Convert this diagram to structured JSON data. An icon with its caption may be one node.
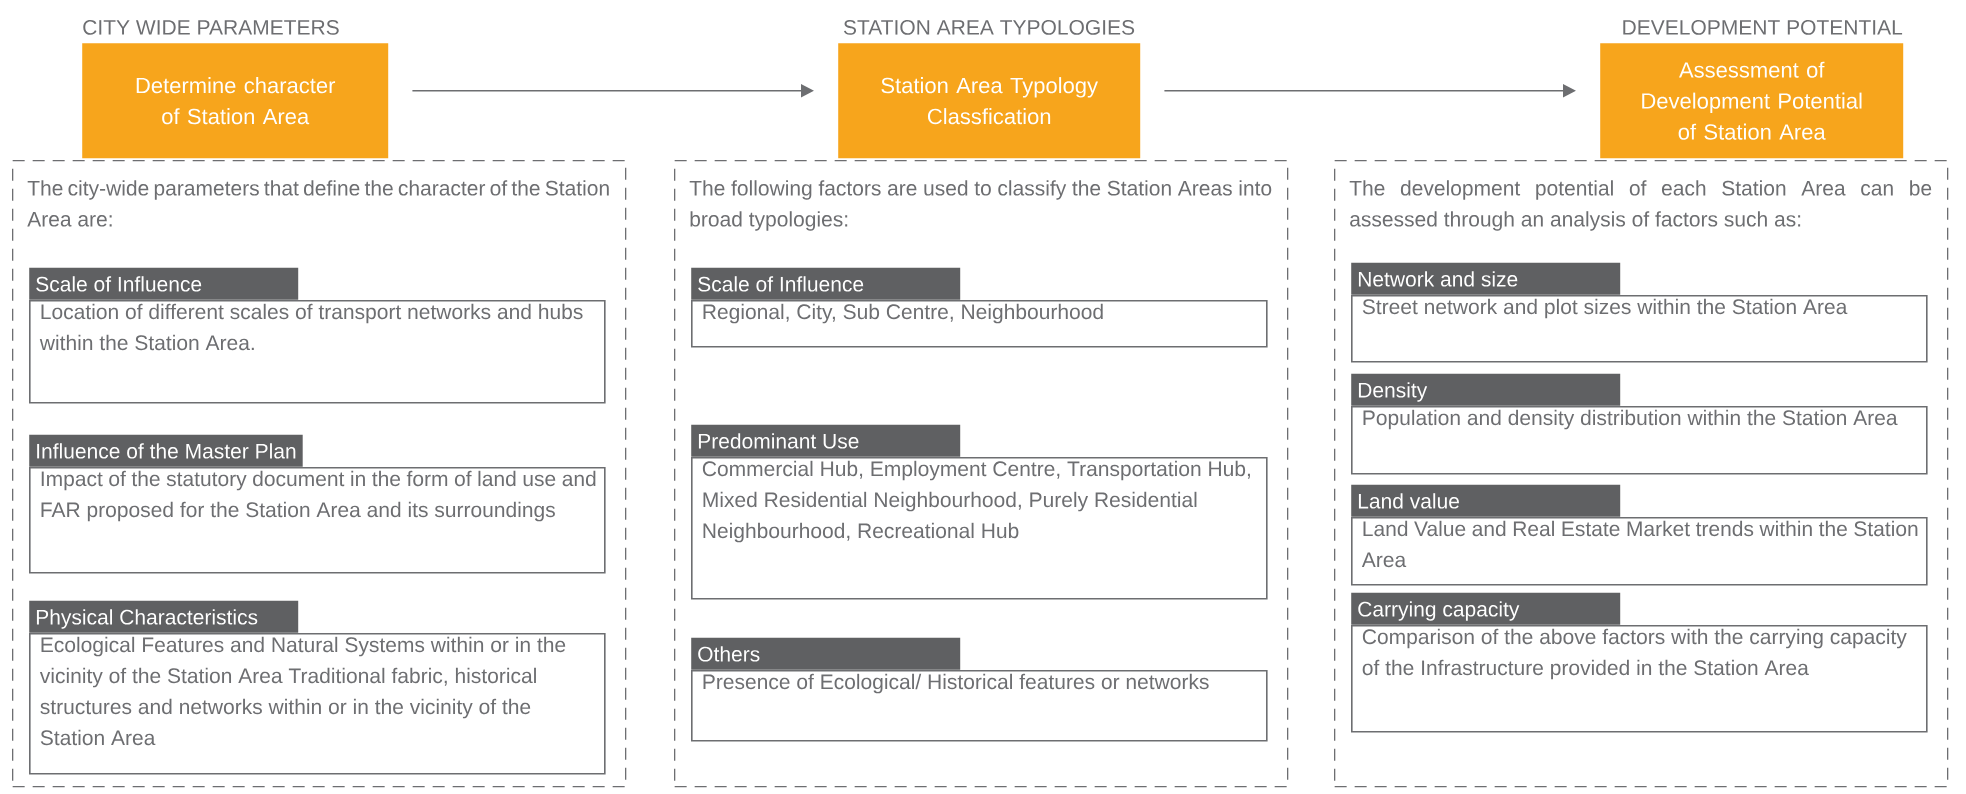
{
  "diagram": {
    "nodes": [
      {
        "text": [
          "CITY WIDE PARAMETERS",
          "Determine character of Station Area"
        ]
      },
      {
        "text": [
          "The city-wide parameters that define the character of the Station Area are:"
        ]
      },
      {
        "text": [
          "Scale of Influence",
          "Location of different scales of transport networks and hubs within the Station Area."
        ],
        "in": 1
      },
      {
        "text": [
          "Influence of the Master Plan",
          "Impact of the statutory document in the form of land use and FAR proposed for the Station Area and its surroundings"
        ],
        "in": 1
      },
      {
        "text": [
          "Physical Characteristics",
          "Ecological Features and Natural Systems within or in the vicinity of the Station Area Traditional fabric, historical structures and networks within or in the vicinity of the Station Area"
        ],
        "in": 1
      },
      {
        "text": [
          "STATION AREA TYPOLOGIES",
          "Station Area Typology Classfication"
        ]
      },
      {
        "text": [
          "The following factors are used to classify the Station Areas into broad typologies:"
        ]
      },
      {
        "text": [
          "Scale of Influence",
          "Regional, City, Sub Centre, Neighbourhood"
        ],
        "in": 6
      },
      {
        "text": [
          "Predominant Use",
          "Commercial Hub, Employment Centre, Transportation Hub, Mixed Residential Neighbourhood, Purely Residential Neighbourhood, Recreational Hub"
        ],
        "in": 6
      },
      {
        "text": [
          "Others",
          "Presence of Ecological/ Historical features or networks"
        ],
        "in": 6
      },
      {
        "text": [
          "DEVELOPMENT POTENTIAL",
          "Assessment of Development Potential of Station Area"
        ]
      },
      {
        "text": [
          "The development potential of each Station Area can be assessed through an analysis of factors such as:"
        ]
      },
      {
        "text": [
          "Network and size",
          "Street network and plot sizes within the Station Area"
        ],
        "in": 11
      },
      {
        "text": [
          "Density",
          "Population and density distribution within the Station Area"
        ],
        "in": 11
      },
      {
        "text": [
          "Land value",
          "Land Value and Real Estate Market trends within the Station Area"
        ],
        "in": 11
      },
      {
        "text": [
          "Carrying capacity",
          "Comparison of the above factors with the carrying capacity of the Infrastructure provided in the Station Area"
        ],
        "in": 11
      }
    ],
    "edges": [
      {
        "from": 0,
        "to": 5,
        "arrow": "to"
      },
      {
        "from": 5,
        "to": 10,
        "arrow": "to"
      }
    ]
  }
}
